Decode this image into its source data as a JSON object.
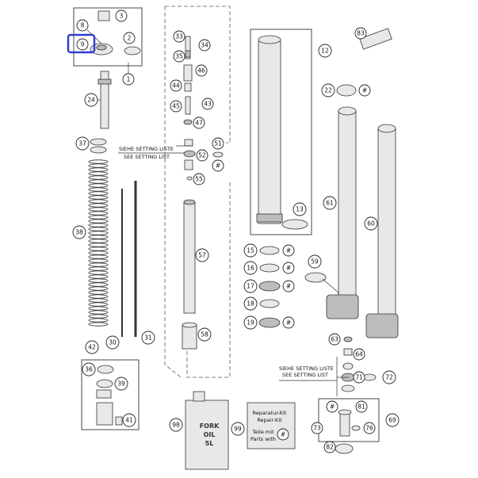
{
  "callouts": {
    "c1": "1",
    "c2": "2",
    "c3": "3",
    "c8": "8",
    "c9": "9",
    "c12": "12",
    "c13": "13",
    "c15": "15",
    "c16": "16",
    "c17": "17",
    "c18": "18",
    "c19": "19",
    "c22": "22",
    "c24": "24",
    "c30": "30",
    "c31": "31",
    "c33": "33",
    "c34": "34",
    "c35": "35",
    "c36": "36",
    "c37": "37",
    "c38": "38",
    "c39": "39",
    "c41": "41",
    "c42": "42",
    "c43": "43",
    "c44": "44",
    "c45": "45",
    "c46": "46",
    "c47": "47",
    "c51": "51",
    "c52": "52",
    "c55": "55",
    "c57": "57",
    "c58": "58",
    "c59": "59",
    "c60": "60",
    "c61": "61",
    "c63": "63",
    "c64": "64",
    "c69": "69",
    "c71": "71",
    "c72": "72",
    "c73": "73",
    "c76": "76",
    "c81": "81",
    "c82": "82",
    "c83": "83",
    "c98": "98",
    "c99": "99",
    "hash": "#"
  },
  "setting_labels": {
    "de": "SIEHE SETTING LISTE",
    "en": "SEE SETTING LIST"
  },
  "repair_kit": {
    "line1": "Reparatur-Kit",
    "line2": "Repair-Kit",
    "line3": "Teile mit",
    "line4": "Parts with"
  },
  "oil_can": {
    "line1": "FORK",
    "line2": "OIL",
    "line3": "5L"
  },
  "colors": {
    "highlight": "#2f3fd0",
    "stroke": "#222222"
  }
}
